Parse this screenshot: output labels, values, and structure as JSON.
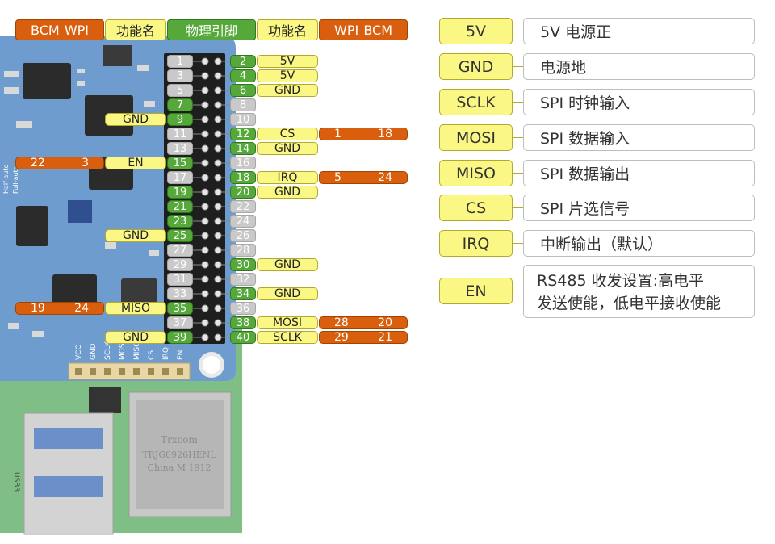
{
  "header": {
    "left_bcm_wpi": [
      "BCM",
      "WPI"
    ],
    "left_func": "功能名",
    "physical": "物理引脚",
    "right_func": "功能名",
    "right_wpi_bcm": [
      "WPI",
      "BCM"
    ]
  },
  "pins_left": [
    {
      "num": "1",
      "kind": "gray"
    },
    {
      "num": "3",
      "kind": "gray"
    },
    {
      "num": "5",
      "kind": "gray"
    },
    {
      "num": "7",
      "kind": "green"
    },
    {
      "num": "9",
      "kind": "green",
      "func": "GND"
    },
    {
      "num": "11",
      "kind": "gray"
    },
    {
      "num": "13",
      "kind": "gray"
    },
    {
      "num": "15",
      "kind": "green",
      "func": "EN",
      "bcm": "22",
      "wpi": "3"
    },
    {
      "num": "17",
      "kind": "gray"
    },
    {
      "num": "19",
      "kind": "green"
    },
    {
      "num": "21",
      "kind": "green"
    },
    {
      "num": "23",
      "kind": "green"
    },
    {
      "num": "25",
      "kind": "green",
      "func": "GND"
    },
    {
      "num": "27",
      "kind": "gray"
    },
    {
      "num": "29",
      "kind": "gray"
    },
    {
      "num": "31",
      "kind": "gray"
    },
    {
      "num": "33",
      "kind": "gray"
    },
    {
      "num": "35",
      "kind": "green",
      "func": "MISO",
      "bcm": "19",
      "wpi": "24"
    },
    {
      "num": "37",
      "kind": "gray"
    },
    {
      "num": "39",
      "kind": "green",
      "func": "GND"
    }
  ],
  "pins_right": [
    {
      "num": "2",
      "kind": "green",
      "func": "5V"
    },
    {
      "num": "4",
      "kind": "green",
      "func": "5V"
    },
    {
      "num": "6",
      "kind": "green",
      "func": "GND"
    },
    {
      "num": "8",
      "kind": "gray"
    },
    {
      "num": "10",
      "kind": "gray"
    },
    {
      "num": "12",
      "kind": "green",
      "func": "CS",
      "wpi": "1",
      "bcm": "18"
    },
    {
      "num": "14",
      "kind": "green",
      "func": "GND"
    },
    {
      "num": "16",
      "kind": "gray"
    },
    {
      "num": "18",
      "kind": "green",
      "func": "IRQ",
      "wpi": "5",
      "bcm": "24"
    },
    {
      "num": "20",
      "kind": "green",
      "func": "GND"
    },
    {
      "num": "22",
      "kind": "gray"
    },
    {
      "num": "24",
      "kind": "gray"
    },
    {
      "num": "26",
      "kind": "gray"
    },
    {
      "num": "28",
      "kind": "gray"
    },
    {
      "num": "30",
      "kind": "green",
      "func": "GND"
    },
    {
      "num": "32",
      "kind": "gray"
    },
    {
      "num": "34",
      "kind": "green",
      "func": "GND"
    },
    {
      "num": "36",
      "kind": "gray"
    },
    {
      "num": "38",
      "kind": "green",
      "func": "MOSI",
      "wpi": "28",
      "bcm": "20"
    },
    {
      "num": "40",
      "kind": "green",
      "func": "SCLK",
      "wpi": "29",
      "bcm": "21"
    }
  ],
  "silkscreen": {
    "header_pins": [
      "VCC",
      "GND",
      "SCLK",
      "MOSI",
      "MISO",
      "CS",
      "IRQ",
      "EN"
    ],
    "switch_labels": [
      "Half-auto",
      "Full-auto"
    ],
    "jack_text": [
      "Trxcom",
      "TRJG0926HENL",
      "China  M 1912"
    ],
    "usb_label": "USB3"
  },
  "legend": [
    {
      "key": "5V",
      "desc": "5V 电源正"
    },
    {
      "key": "GND",
      "desc": "电源地"
    },
    {
      "key": "SCLK",
      "desc": "SPI 时钟输入"
    },
    {
      "key": "MOSI",
      "desc": "SPI 数据输入"
    },
    {
      "key": "MISO",
      "desc": "SPI 数据输出"
    },
    {
      "key": "CS",
      "desc": "SPI 片选信号"
    },
    {
      "key": "IRQ",
      "desc": "中断输出（默认）"
    },
    {
      "key": "EN",
      "desc": "RS485 收发设置:高电平",
      "desc2": "发送使能，低电平接收使能"
    }
  ],
  "colors": {
    "yellow": "#fbf784",
    "orange": "#d95f0e",
    "green": "#56a83b",
    "gray": "#c9c9c9",
    "board": "#6e9ccf"
  }
}
